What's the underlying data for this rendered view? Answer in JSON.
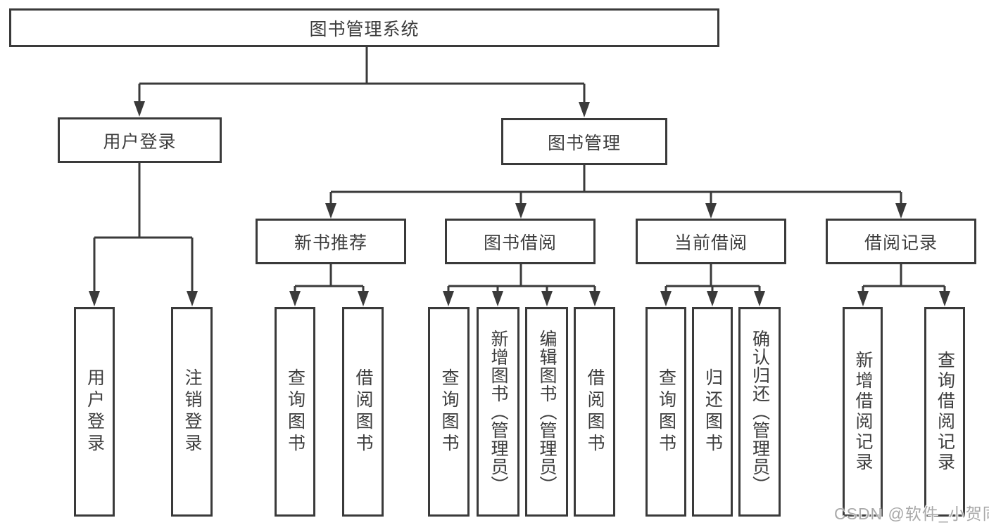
{
  "diagram": {
    "root": {
      "label": "图书管理系统"
    },
    "branches": [
      {
        "label": "用户登录",
        "children": [
          "用户登录",
          "注销登录"
        ]
      },
      {
        "label": "图书管理",
        "children": [
          {
            "label": "新书推荐",
            "children": [
              "查询图书",
              "借阅图书"
            ]
          },
          {
            "label": "图书借阅",
            "children": [
              "查询图书",
              "新增图书（管理员）",
              "编辑图书（管理员）",
              "借阅图书"
            ]
          },
          {
            "label": "当前借阅",
            "children": [
              "查询图书",
              "归还图书",
              "确认归还（管理员）"
            ]
          },
          {
            "label": "借阅记录",
            "children": [
              "新增借阅记录",
              "查询借阅记录"
            ]
          }
        ]
      }
    ]
  },
  "watermark": {
    "text": "CSDN @软件_小贺同学"
  },
  "colors": {
    "line": "#3a3a3a",
    "text": "#3d3d3d",
    "background": "#ffffff",
    "watermark": "#a9a9a9"
  }
}
